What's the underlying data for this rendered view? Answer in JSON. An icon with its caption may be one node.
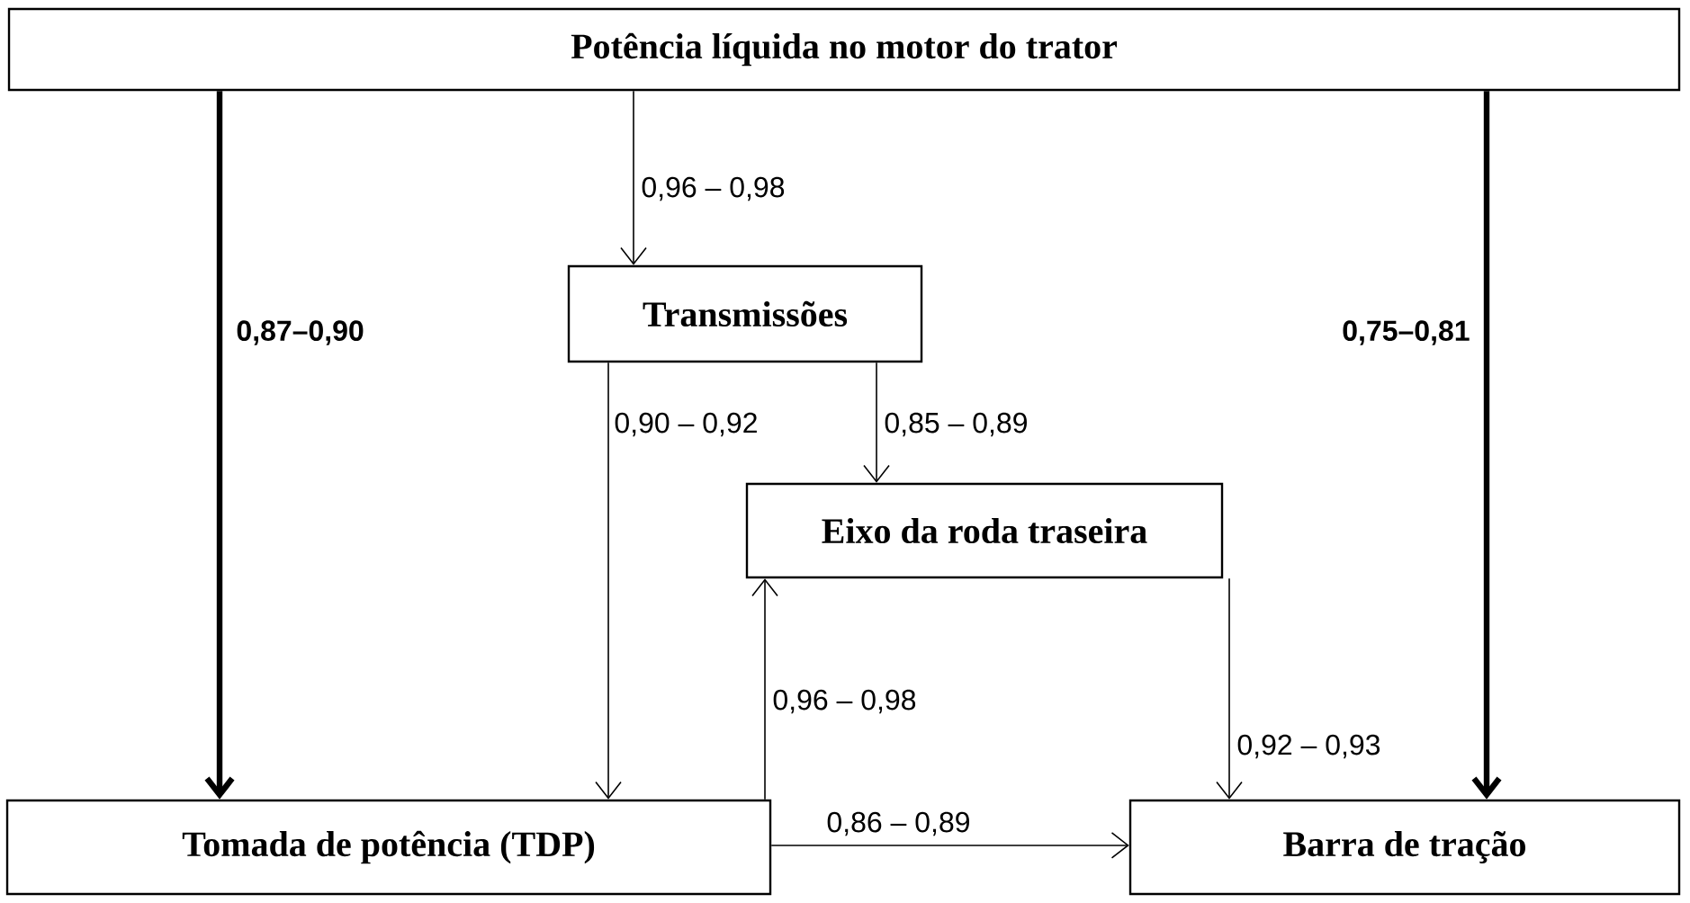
{
  "diagram": {
    "nodes": [
      {
        "text": [
          "Potência líquida no motor do trator"
        ]
      },
      {
        "text": [
          "Transmissões"
        ]
      },
      {
        "text": [
          "Eixo da roda traseira"
        ]
      },
      {
        "text": [
          "Tomada de potência (TDP)"
        ]
      },
      {
        "text": [
          "Barra de tração"
        ]
      }
    ],
    "edges": [
      {
        "from": 0,
        "to": 3,
        "arrow": "to",
        "label": "0,87–0,90",
        "style": "thick"
      },
      {
        "from": 0,
        "to": 1,
        "arrow": "to",
        "label": "0,96 – 0,98"
      },
      {
        "from": 0,
        "to": 4,
        "arrow": "to",
        "label": "0,75–0,81",
        "style": "thick"
      },
      {
        "from": 1,
        "to": 3,
        "arrow": "to",
        "label": "0,90 – 0,92"
      },
      {
        "from": 1,
        "to": 2,
        "arrow": "to",
        "label": "0,85 – 0,89"
      },
      {
        "from": 3,
        "to": 2,
        "arrow": "to",
        "label": "0,96 – 0,98"
      },
      {
        "from": 2,
        "to": 4,
        "arrow": "to",
        "label": "0,92 – 0,93"
      },
      {
        "from": 3,
        "to": 4,
        "arrow": "to",
        "label": "0,86 – 0,89"
      }
    ]
  }
}
